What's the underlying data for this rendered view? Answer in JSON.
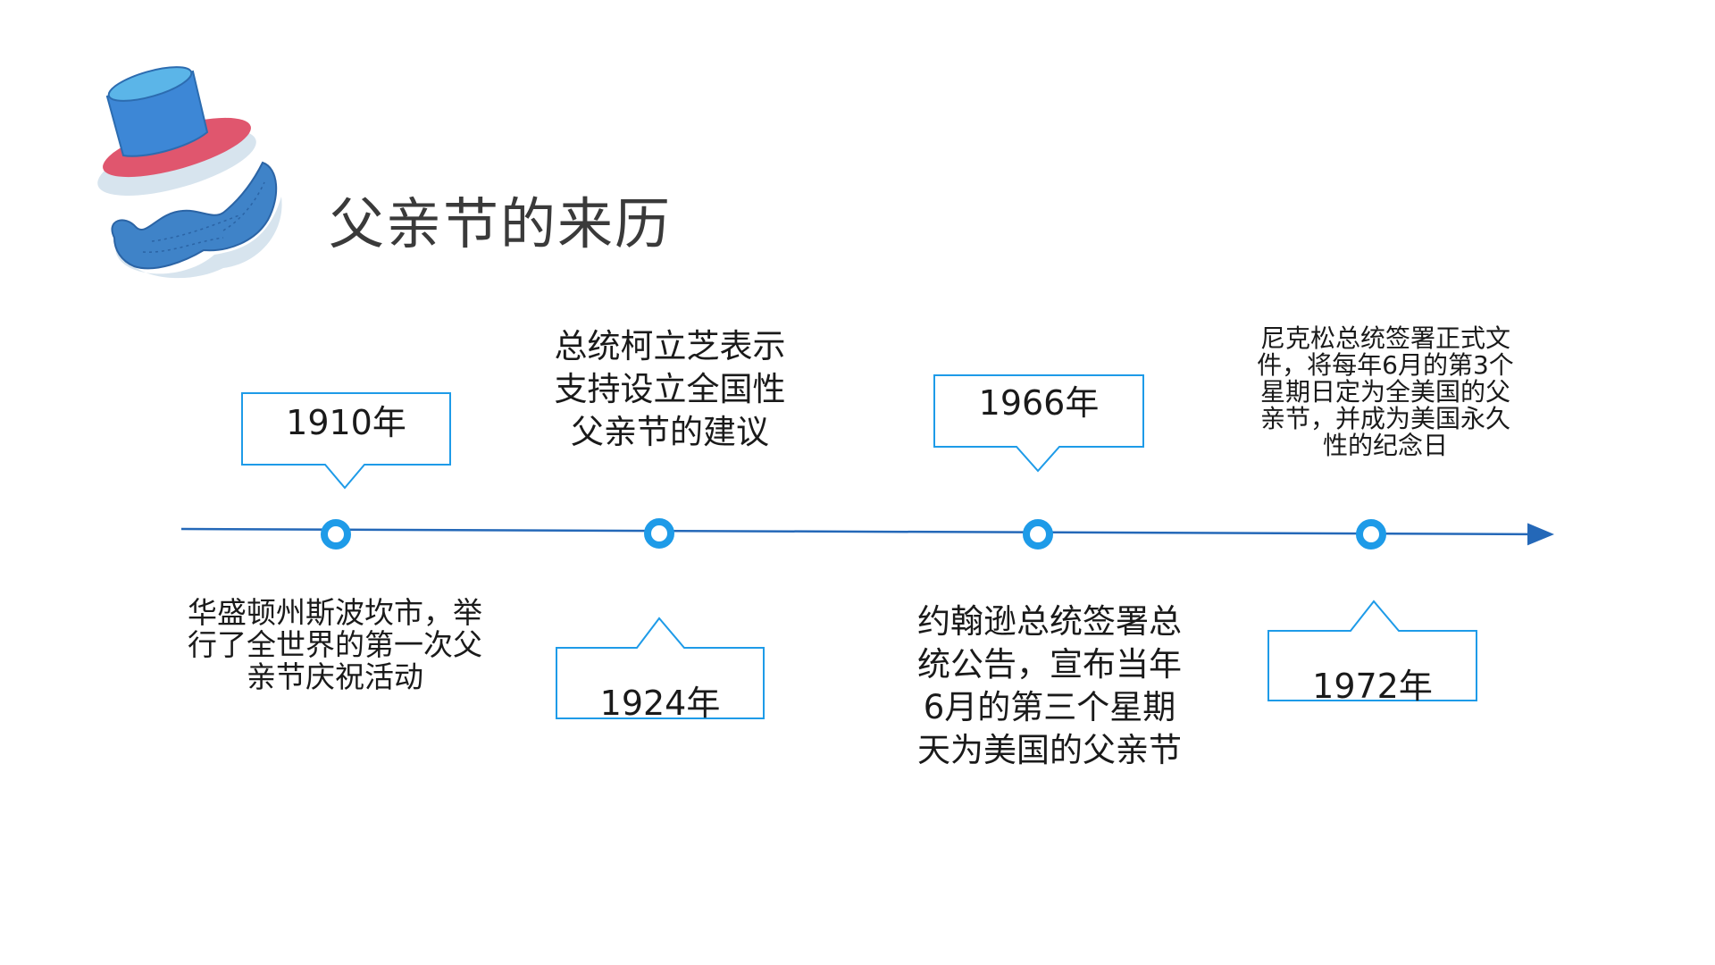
{
  "title": "父亲节的来历",
  "colors": {
    "accent": "#1E9BE8",
    "line": "#2468B8",
    "hat_blue": "#3D87D6",
    "hat_top": "#5BB5E8",
    "hat_brim": "#E0566E",
    "mustache": "#3F83C8",
    "shadow": "#D7E4EE"
  },
  "events": [
    {
      "year": "1910年",
      "description": "华盛顿州斯波坎市，举行了全世界的第一次父亲节庆祝活动"
    },
    {
      "year": "1924年",
      "description": "总统柯立芝表示支持设立全国性父亲节的建议"
    },
    {
      "year": "1966年",
      "description": "约翰逊总统签署总统公告，宣布当年6月的第三个星期天为美国的父亲节"
    },
    {
      "year": "1972年",
      "description": "尼克松总统签署正式文件，将每年6月的第3个星期日定为全美国的父亲节，并成为美国永久性的纪念日"
    }
  ]
}
